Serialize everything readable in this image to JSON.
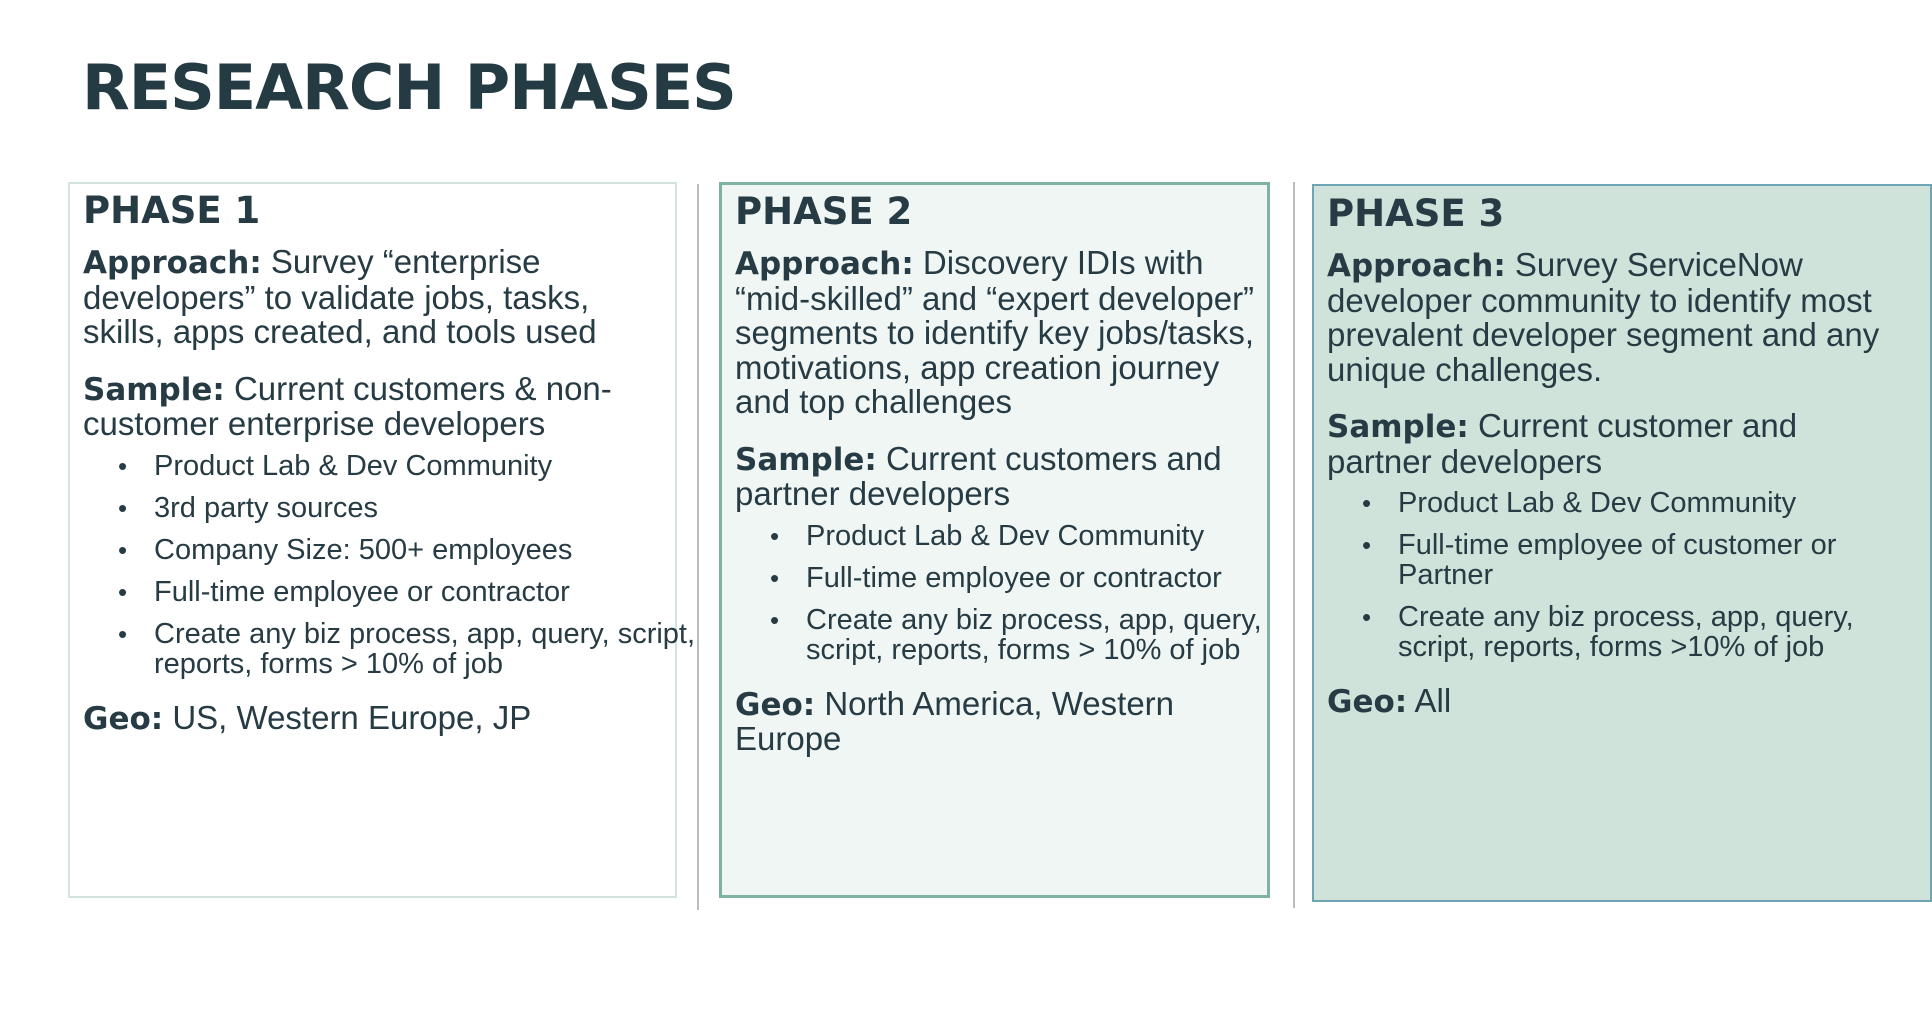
{
  "title": "RESEARCH PHASES",
  "phases": [
    {
      "heading": "PHASE 1",
      "approach_label": "Approach:",
      "approach_text": " Survey “enterprise developers” to validate jobs, tasks, skills, apps created, and tools used",
      "sample_label": "Sample:",
      "sample_text": " Current customers & non-customer enterprise developers",
      "bullets": [
        "Product Lab & Dev Community",
        "3rd party sources",
        "Company Size: 500+ employees",
        "Full-time employee or contractor",
        "Create any biz process, app, query, script, reports, forms > 10% of job"
      ],
      "geo_label": "Geo:",
      "geo_text": " US, Western Europe, JP"
    },
    {
      "heading": "PHASE 2",
      "approach_label": "Approach:",
      "approach_text": " Discovery IDIs with “mid-skilled” and “expert developer” segments to identify key jobs/tasks, motivations, app creation journey and top challenges",
      "sample_label": "Sample:",
      "sample_text": " Current customers and partner developers",
      "bullets": [
        "Product Lab & Dev Community",
        "Full-time employee or contractor",
        "Create any biz process, app, query, script, reports, forms > 10% of job"
      ],
      "geo_label": "Geo:",
      "geo_text": " North America, Western Europe"
    },
    {
      "heading": "PHASE 3",
      "approach_label": "Approach:",
      "approach_text": " Survey ServiceNow developer community to identify most prevalent developer segment and any unique challenges.",
      "sample_label": "Sample:",
      "sample_text": " Current customer and partner developers",
      "bullets": [
        "Product Lab & Dev Community",
        "Full-time employee of customer or Partner",
        "Create any biz process, app, query, script, reports, forms >10% of job"
      ],
      "geo_label": "Geo:",
      "geo_text": " All"
    }
  ]
}
